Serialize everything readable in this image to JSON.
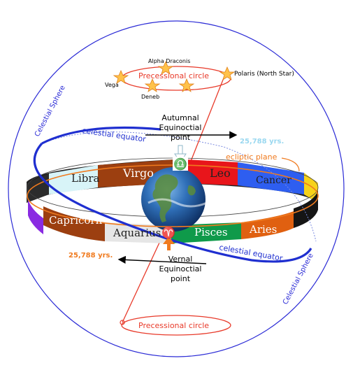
{
  "stars": {
    "alpha_draconis": "Alpha Draconis",
    "vega": "Vega",
    "deneb": "Deneb",
    "polaris": "Polaris (North Star)"
  },
  "precessional_circle_top": "Precessional circle",
  "precessional_circle_bottom": "Precessional  circle",
  "celestial_sphere_left": "Celestial Sphere",
  "celestial_sphere_right": "Celestial Sphere",
  "celestial_equator_top": "celestial equator",
  "celestial_equator_bottom": "celestial equator",
  "autumnal": {
    "line1": "Autumnal",
    "line2": "Equinoctial",
    "line3": "point"
  },
  "vernal": {
    "line1": "Vernal",
    "line2": "Equinoctial",
    "line3": "point"
  },
  "period_top": "25,788 yrs.",
  "period_bottom": "25,788 yrs.",
  "ecliptic_plane": "ecliptic  plane",
  "signs": {
    "libra": "Libra",
    "virgo": "Virgo",
    "leo": "Leo",
    "cancer": "Cancer",
    "capricorn": "Capricorn",
    "aquarius": "Aquarius",
    "pisces": "Pisces",
    "aries": "Aries"
  },
  "symbols": {
    "libra": "♎",
    "aries": "♈"
  },
  "colors": {
    "sphere": "#2b2bd6",
    "equator": "#1f2fd0",
    "precession": "#e83a2a",
    "ecliptic": "#f07a1e",
    "period_top": "#9ad8f0",
    "period_bottom": "#f07a1e",
    "star_fill": "#ffc24a"
  }
}
